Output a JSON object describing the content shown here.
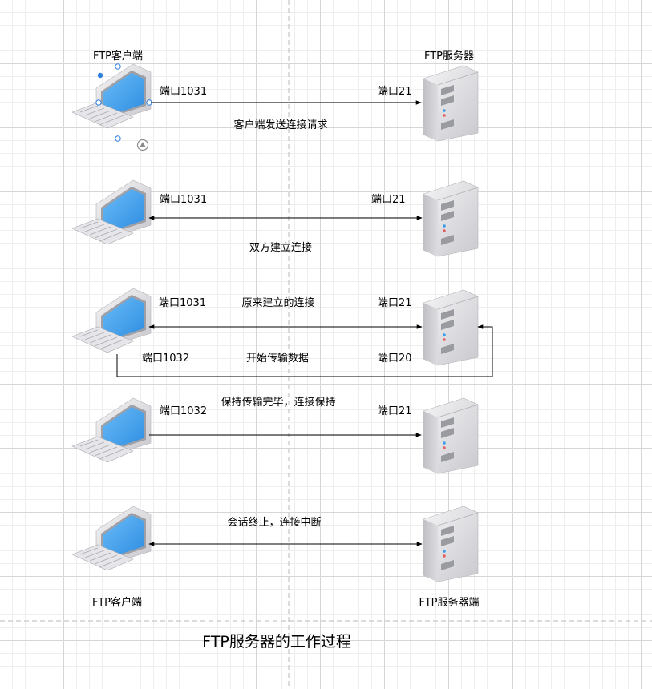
{
  "title": "FTP服务器的工作过程",
  "client_top_label": "FTP客户端",
  "server_top_label": "FTP服务器",
  "client_bottom_label": "FTP客户端",
  "server_bottom_label": "FTP服务器端",
  "steps": [
    {
      "client_port": "端口1031",
      "server_port": "端口21",
      "caption": "客户端发送连接请求"
    },
    {
      "client_port": "端口1031",
      "server_port": "端口21",
      "caption": "双方建立连接"
    },
    {
      "client_port": "端口1031",
      "server_port": "端口21",
      "caption": "原来建立的连接",
      "data_client_port": "端口1032",
      "data_server_port": "端口20",
      "data_caption": "开始传输数据"
    },
    {
      "client_port": "端口1032",
      "server_port": "端口21",
      "caption": "保持传输完毕，连接保持"
    },
    {
      "caption": "会话终止，连接中断"
    }
  ],
  "colors": {
    "screen": "#3d9be9",
    "line": "#000000",
    "selection": "#2f7fe0",
    "divider": "#b8b8b8"
  },
  "icons": [
    "computer-icon",
    "server-icon"
  ]
}
